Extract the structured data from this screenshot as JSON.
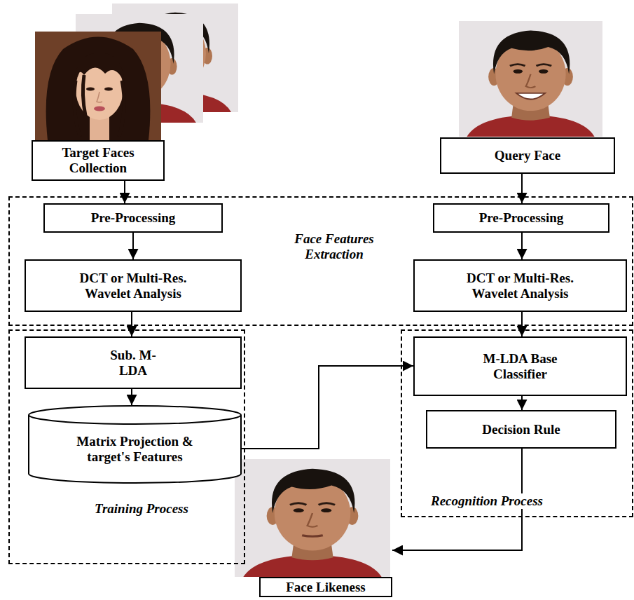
{
  "diagram": {
    "nodes": [
      {
        "text": [
          "Target Faces Collection"
        ]
      },
      {
        "text": [
          "Query Face"
        ]
      },
      {
        "text": [
          "Face Features Extraction"
        ]
      },
      {
        "text": [
          "Pre-Processing"
        ],
        "in": 2
      },
      {
        "text": [
          "Pre-Processing"
        ],
        "in": 2
      },
      {
        "text": [
          "DCT or Multi-Res. Wavelet Analysis"
        ],
        "in": 2
      },
      {
        "text": [
          "DCT or Multi-Res. Wavelet Analysis"
        ],
        "in": 2
      },
      {
        "text": [
          "Training Process"
        ]
      },
      {
        "text": [
          "Sub. M-LDA"
        ],
        "in": 7
      },
      {
        "text": [
          "Matrix Projection & target's Features"
        ],
        "in": 7
      },
      {
        "text": [
          "Recognition Process"
        ]
      },
      {
        "text": [
          "M-LDA Base Classifier"
        ],
        "in": 10
      },
      {
        "text": [
          "Decision Rule"
        ],
        "in": 10
      },
      {
        "text": [
          "Face Likeness"
        ]
      }
    ],
    "edges": [
      {
        "from": 0,
        "to": 3,
        "arrow": "to"
      },
      {
        "from": 3,
        "to": 5,
        "arrow": "to"
      },
      {
        "from": 5,
        "to": 8,
        "arrow": "to"
      },
      {
        "from": 8,
        "to": 9,
        "arrow": "to"
      },
      {
        "from": 9,
        "to": 11,
        "arrow": "to"
      },
      {
        "from": 1,
        "to": 4,
        "arrow": "to"
      },
      {
        "from": 4,
        "to": 6,
        "arrow": "to"
      },
      {
        "from": 6,
        "to": 11,
        "arrow": "to"
      },
      {
        "from": 11,
        "to": 12,
        "arrow": "to"
      },
      {
        "from": 12,
        "to": 13,
        "arrow": "to"
      }
    ]
  }
}
